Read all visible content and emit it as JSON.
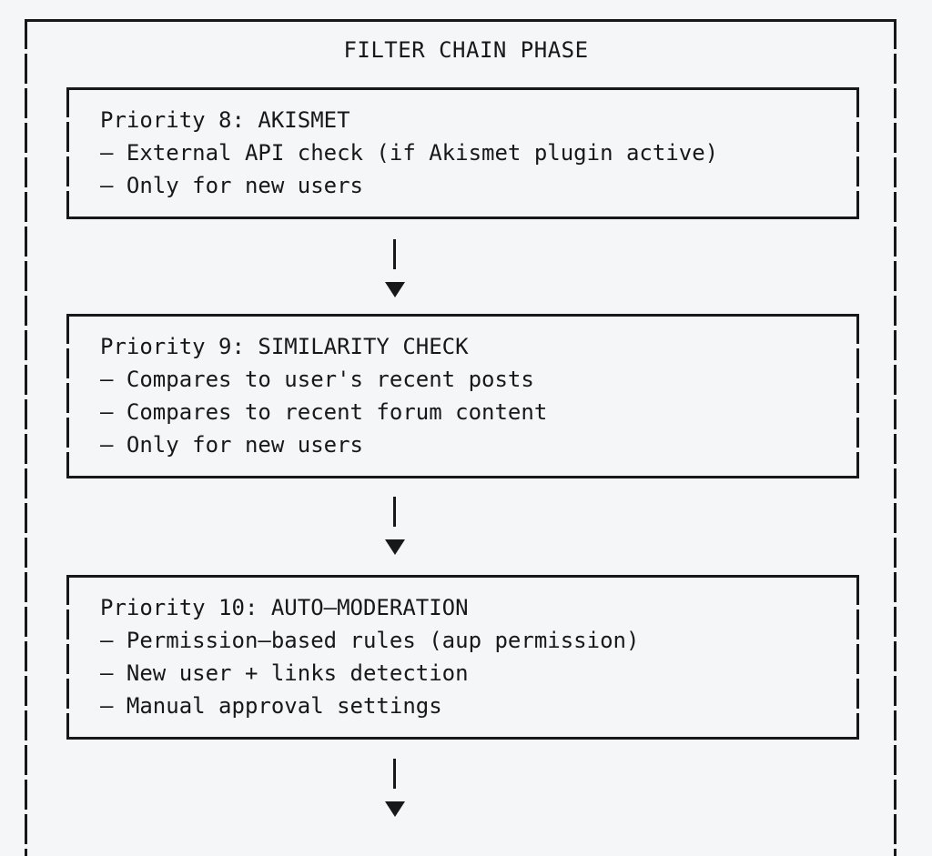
{
  "theme": {
    "background": "#f5f6f7",
    "ink": "#17181a"
  },
  "phase": {
    "title": "FILTER CHAIN PHASE"
  },
  "steps": [
    {
      "heading": "Priority 8: AKISMET",
      "lines": [
        "– External API check (if Akismet plugin active)",
        "– Only for new users"
      ]
    },
    {
      "heading": "Priority 9: SIMILARITY CHECK",
      "lines": [
        "– Compares to user's recent posts",
        "– Compares to recent forum content",
        "– Only for new users"
      ]
    },
    {
      "heading": "Priority 10: AUTO–MODERATION",
      "lines": [
        "– Permission–based rules (aup permission)",
        "– New user + links detection",
        "– Manual approval settings"
      ]
    }
  ],
  "connectors": [
    {
      "name": "akismet-to-similarity"
    },
    {
      "name": "similarity-to-automoderation"
    },
    {
      "name": "automoderation-to-next"
    }
  ]
}
